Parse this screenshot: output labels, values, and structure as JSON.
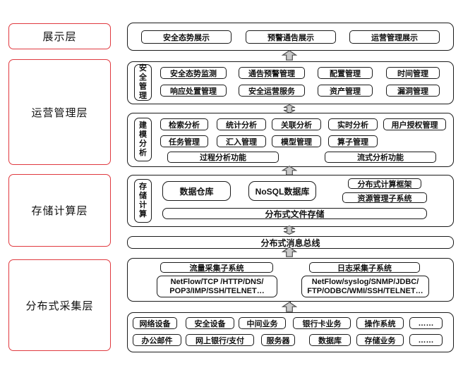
{
  "layers": {
    "presentation": "展示层",
    "operations": "运营管理层",
    "storage": "存储计算层",
    "collection": "分布式采集层"
  },
  "presentation": {
    "items": [
      "安全态势展示",
      "预警通告展示",
      "运营管理展示"
    ]
  },
  "security_mgmt": {
    "group_label": "安全管理",
    "row1": [
      "安全态势监测",
      "通告预警管理",
      "配置管理",
      "时间管理"
    ],
    "row2": [
      "响应处置管理",
      "安全运营服务",
      "资产管理",
      "漏洞管理"
    ]
  },
  "modeling": {
    "group_label": "建模分析",
    "row1": [
      "检索分析",
      "统计分析",
      "关联分析",
      "实时分析",
      "用户授权管理"
    ],
    "row2": [
      "任务管理",
      "汇入管理",
      "模型管理",
      "算子管理"
    ],
    "row3": [
      "过程分析功能",
      "流式分析功能"
    ]
  },
  "storage_compute": {
    "group_label": "存储计算",
    "data_warehouse": "数据仓库",
    "nosql_db": "NoSQL数据库",
    "compute_framework": "分布式计算框架",
    "resource_mgmt": "资源管理子系统",
    "file_storage": "分布式文件存储"
  },
  "message_bus": "分布式消息总线",
  "collectors": {
    "traffic_title": "流量采集子系统",
    "traffic_line1": "NetFlow/TCP /HTTP/DNS/",
    "traffic_line2": "POP3/IMP/SSH/TELNET…",
    "log_title": "日志采集子系统",
    "log_line1": "NetFlow/syslog/SNMP/JDBC/",
    "log_line2": "FTP/ODBC/WMI/SSH/TELNET…"
  },
  "sources": {
    "row1": [
      "网络设备",
      "安全设备",
      "中间业务",
      "银行卡业务",
      "操作系统",
      "……"
    ],
    "row2": [
      "办公邮件",
      "网上银行/支付",
      "服务器",
      "数据库",
      "存储业务",
      "……"
    ]
  },
  "colors": {
    "layer_border": "#e0393f",
    "box_border": "#1a1a1a",
    "arrow_fill": "#c9c9c9"
  }
}
